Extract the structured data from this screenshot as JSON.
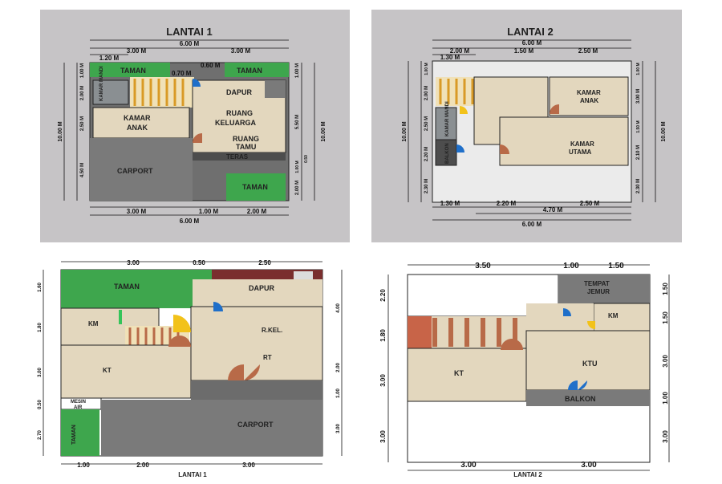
{
  "panels": {
    "p1": {
      "title": "LANTAI 1",
      "rooms": {
        "taman_l": "TAMAN",
        "taman_r": "TAMAN",
        "kamar_mandi": "KAMAR MANDI",
        "dapur": "DAPUR",
        "kamar_anak_1": "KAMAR",
        "kamar_anak_2": "ANAK",
        "ruang_kel_1": "RUANG",
        "ruang_kel_2": "KELUARGA",
        "ruang_tamu_1": "RUANG",
        "ruang_tamu_2": "TAMU",
        "teras": "TERAS",
        "carport": "CARPORT",
        "taman_b": "TAMAN"
      },
      "dims": {
        "top_total": "6.00 M",
        "top_a": "3.00 M",
        "top_b": "3.00 M",
        "top_small": "1.20 M",
        "mid_a": "0.60 M",
        "mid_b": "0.70 M",
        "left_total": "10.00 M",
        "left_1": "1.00 M",
        "left_2": "2.00 M",
        "left_3": "2.50 M",
        "left_4": "4.50 M",
        "right_total": "10.00 M",
        "right_1": "1.00 M",
        "right_2": "5.50 M",
        "right_3": "1.00 M",
        "right_4": "0.50",
        "right_5": "2.00 M",
        "bot_a": "3.00 M",
        "bot_b": "1.00 M",
        "bot_c": "2.00 M",
        "bot_total": "6.00 M"
      }
    },
    "p2": {
      "title": "LANTAI 2",
      "rooms": {
        "kamar_mandi": "KAMAR MANDI",
        "balkon": "BALKON",
        "kamar_anak_1": "KAMAR",
        "kamar_anak_2": "ANAK",
        "kamar_utama_1": "KAMAR",
        "kamar_utama_2": "UTAMA"
      },
      "dims": {
        "top_total": "6.00 M",
        "top_a": "2.00 M",
        "top_b": "1.50 M",
        "top_c": "2.50 M",
        "top_small": "1.30 M",
        "left_total": "10.00 M",
        "left_1": "1.00 M",
        "left_2": "2.00 M",
        "left_3": "2.50 M",
        "left_4": "2.20 M",
        "left_5": "2.30 M",
        "right_total": "10.00 M",
        "right_1": "1.00 M",
        "right_2": "3.00 M",
        "right_3": "1.50 M",
        "right_4": "2.10 M",
        "right_5": "2.30 M",
        "bot_a": "1.30 M",
        "bot_b": "2.20 M",
        "bot_c": "2.50 M",
        "bot_mid": "4.70 M",
        "bot_total": "6.00 M"
      }
    },
    "p3": {
      "title": "LANTAI 1",
      "rooms": {
        "taman": "TAMAN",
        "dapur": "DAPUR",
        "km": "KM",
        "rkel": "R.KEL.",
        "rt": "RT",
        "kt": "KT",
        "mesin_1": "MESIN",
        "mesin_2": "AIR",
        "carport": "CARPORT",
        "taman_v": "TAMAN"
      },
      "dims": {
        "top_a": "3.00",
        "top_b": "0.50",
        "top_c": "2.50",
        "left_1": "1.60",
        "left_2": "1.80",
        "left_3": "3.00",
        "left_4": "0.50",
        "left_5": "2.70",
        "right_1": "4.00",
        "right_2": "2.00",
        "right_3": "1.00",
        "right_4": "3.00",
        "bot_a": "1.00",
        "bot_b": "2.00",
        "bot_c": "3.00"
      }
    },
    "p4": {
      "title": "LANTAI 2",
      "rooms": {
        "tempat_1": "TEMPAT",
        "tempat_2": "JEMUR",
        "km": "KM",
        "kt": "KT",
        "ktu": "KTU",
        "balkon": "BALKON"
      },
      "dims": {
        "top_a": "3.50",
        "top_b": "1.00",
        "top_c": "1.50",
        "left_1": "2.20",
        "left_2": "1.80",
        "left_3": "3.00",
        "left_4": "3.00",
        "right_1": "1.50",
        "right_2": "1.50",
        "right_3": "3.00",
        "right_4": "1.00",
        "right_5": "3.00",
        "bot_a": "3.00",
        "bot_b": "3.00"
      }
    }
  },
  "colors": {
    "panel_bg": "#c6c4c6",
    "green": "#3ea64d",
    "floor": "#e3d7be",
    "grey": "#7a7a7a",
    "dark": "#4d4d4d",
    "stairs": "#d99a26",
    "door_blue": "#1f6fc9",
    "door_yellow": "#f2c21a",
    "brick": "#b86a48"
  }
}
